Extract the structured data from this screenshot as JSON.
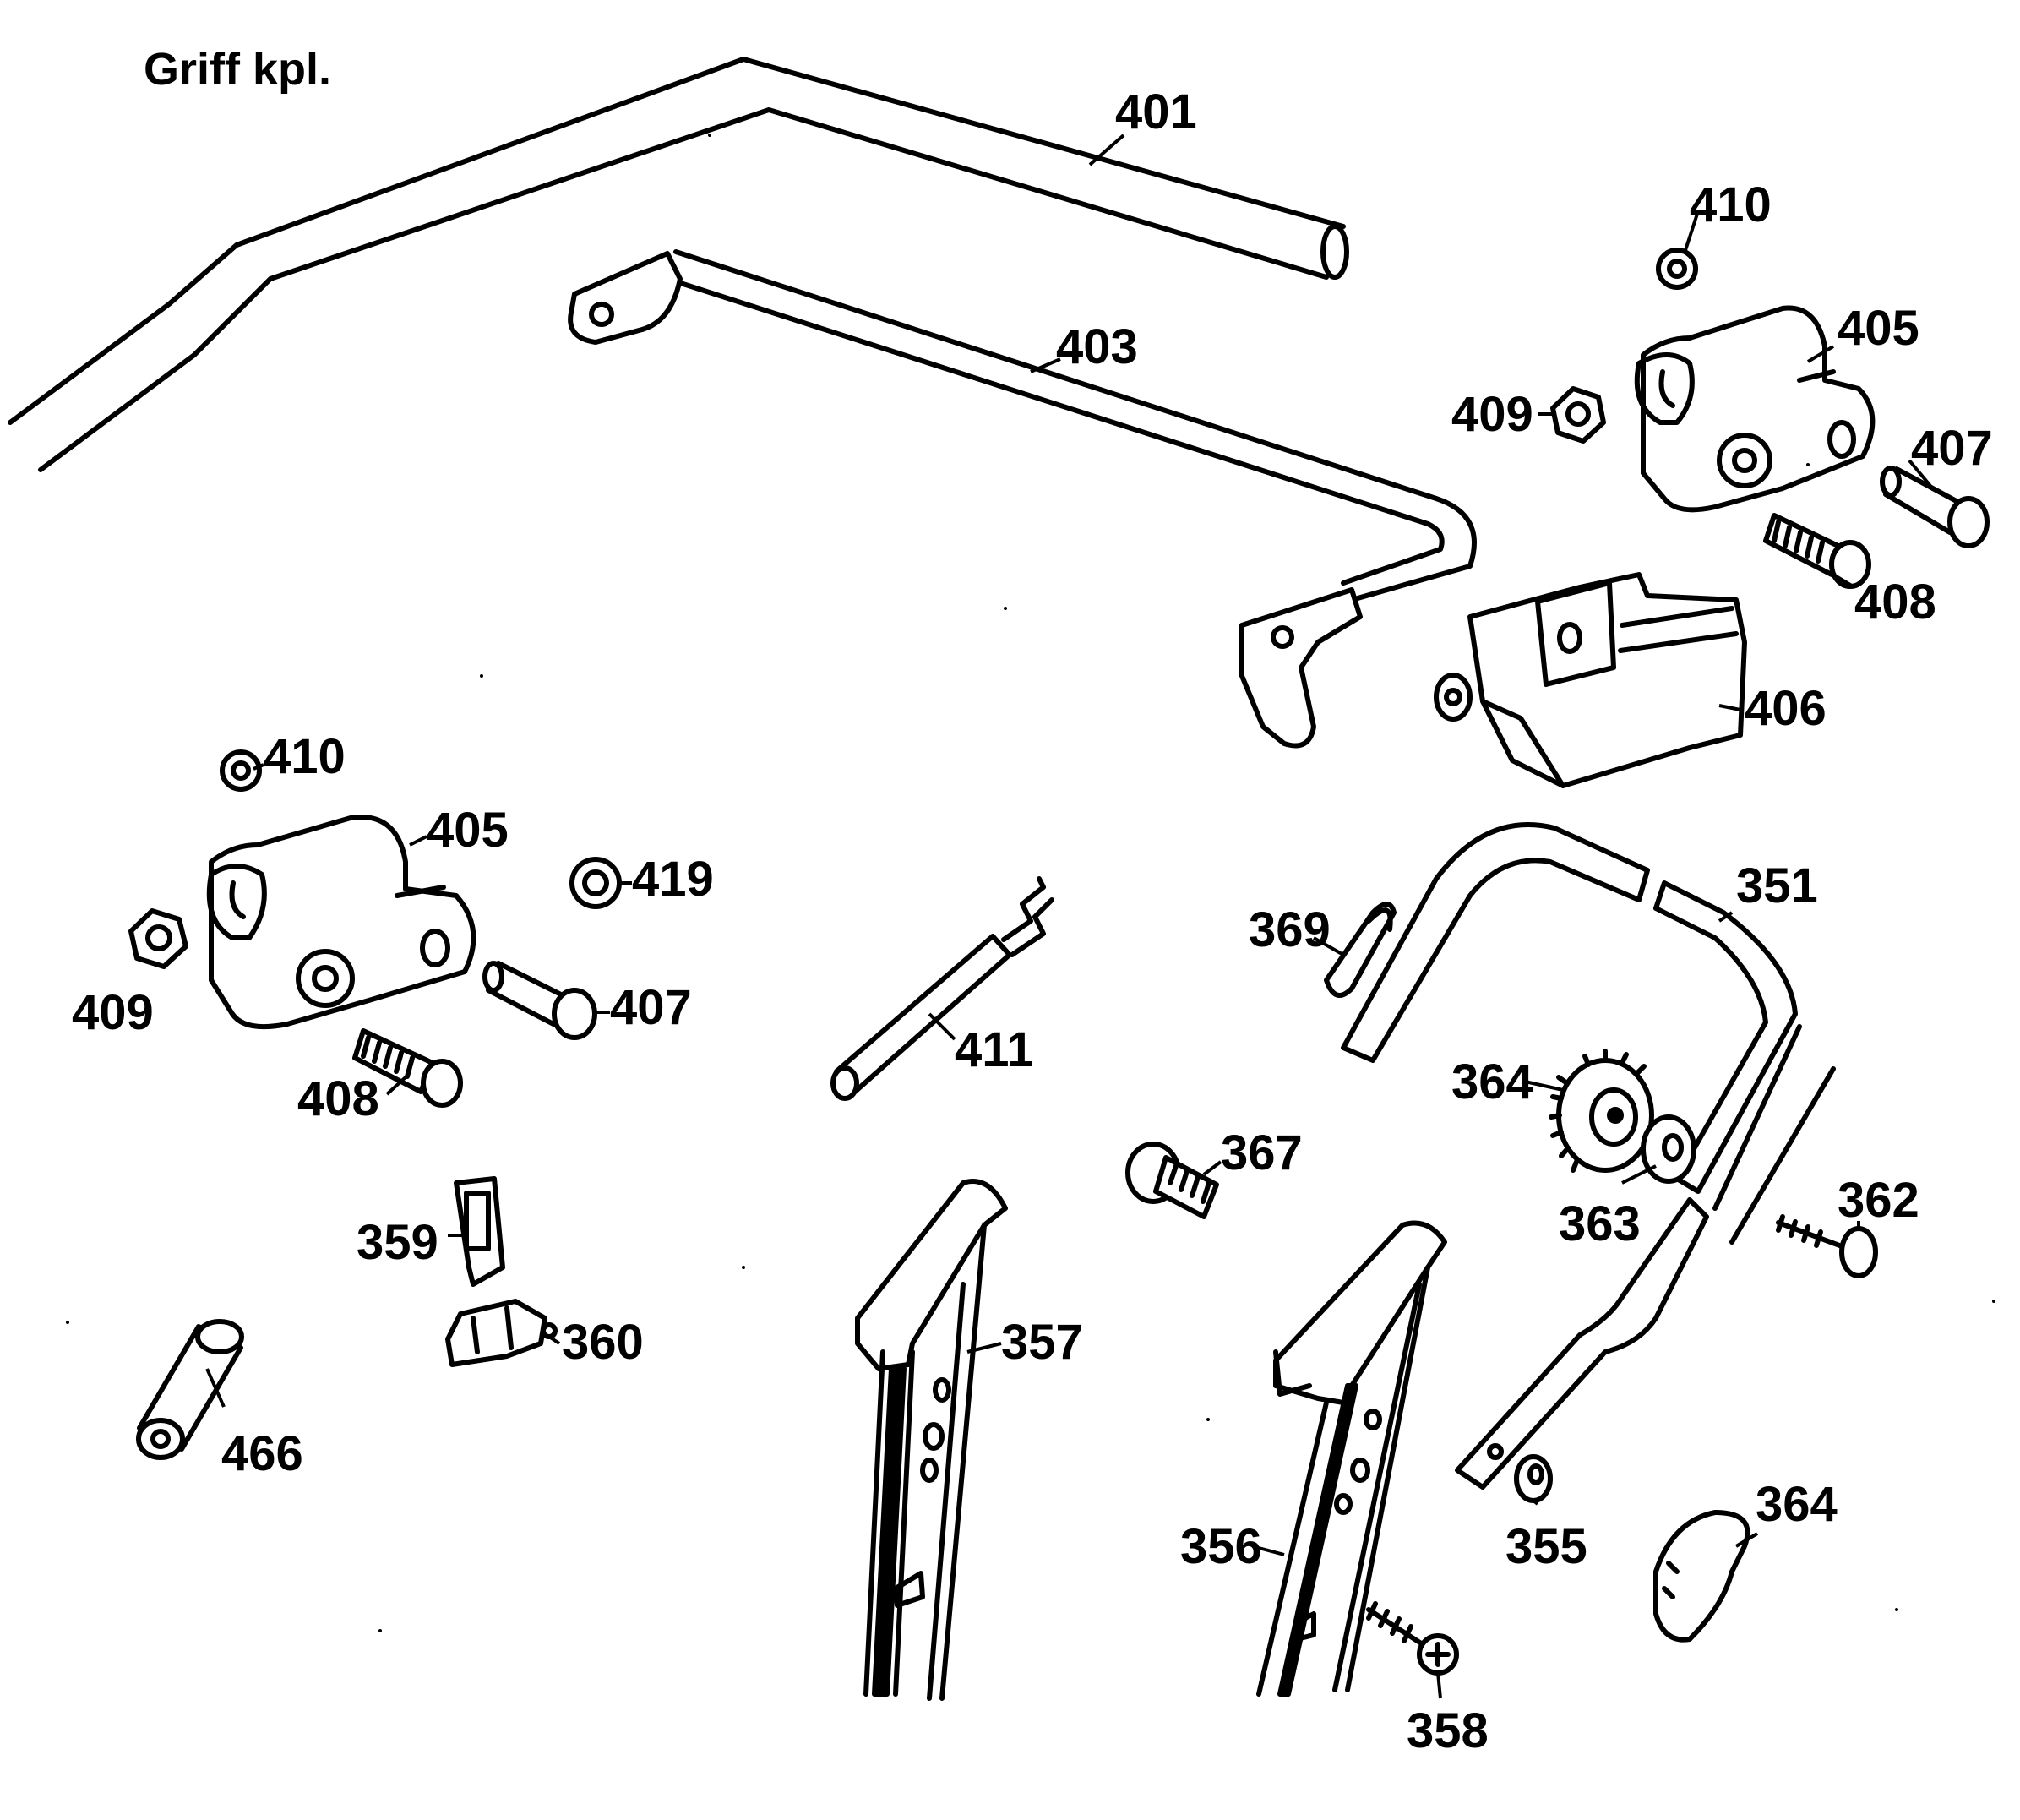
{
  "title": "Griff kpl.",
  "labels": {
    "p401": "401",
    "p403": "403",
    "p410a": "410",
    "p405a": "405",
    "p409a": "409",
    "p407a": "407",
    "p408a": "408",
    "p406": "406",
    "p410b": "410",
    "p405b": "405",
    "p419": "419",
    "p409b": "409",
    "p407b": "407",
    "p408b": "408",
    "p411": "411",
    "p369": "369",
    "p351": "351",
    "p364a": "364",
    "p367": "367",
    "p363": "363",
    "p362": "362",
    "p359": "359",
    "p360": "360",
    "p357": "357",
    "p466": "466",
    "p356": "356",
    "p355": "355",
    "p364b": "364",
    "p358": "358"
  }
}
